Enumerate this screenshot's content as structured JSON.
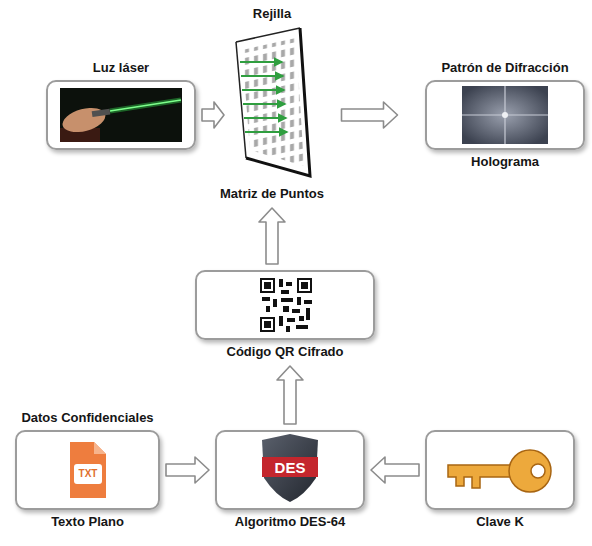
{
  "diagram": {
    "nodes": [
      {
        "text": [
          "Luz láser"
        ]
      },
      {
        "text": [
          "Rejilla",
          "Matriz de Puntos"
        ]
      },
      {
        "text": [
          "Patrón de Difracción",
          "Holograma"
        ]
      },
      {
        "text": [
          "Código QR Cifrado"
        ]
      },
      {
        "text": [
          "Datos Confidenciales",
          "Texto Plano"
        ]
      },
      {
        "text": [
          "Algoritmo DES-64"
        ]
      },
      {
        "text": [
          "Clave K"
        ]
      }
    ],
    "edges": [
      {
        "from": 0,
        "to": 1,
        "arrow": "to"
      },
      {
        "from": 1,
        "to": 2,
        "arrow": "to"
      },
      {
        "from": 3,
        "to": 1,
        "arrow": "to"
      },
      {
        "from": 5,
        "to": 3,
        "arrow": "to"
      },
      {
        "from": 4,
        "to": 5,
        "arrow": "to"
      },
      {
        "from": 6,
        "to": 5,
        "arrow": "to"
      }
    ],
    "labels": [
      "TXT",
      "DES"
    ]
  }
}
